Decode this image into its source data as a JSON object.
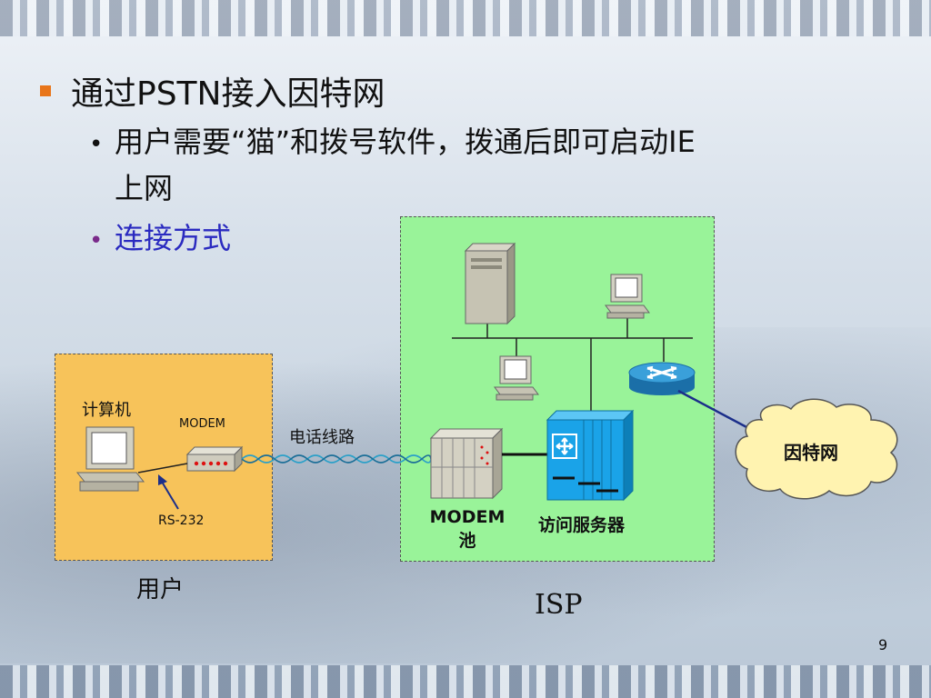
{
  "slide": {
    "bullet1": "通过PSTN接入因特网",
    "sub1_line1": "用户需要“猫”和拨号软件，拨通后即可启动IE",
    "sub1_line2": "上网",
    "sub2": "连接方式",
    "page_number": "9"
  },
  "diagram": {
    "computer_label": "计算机",
    "modem_label": "MODEM",
    "rs232_label": "RS-232",
    "phone_line_label": "电话线路",
    "modem_pool_line1": "MODEM",
    "modem_pool_line2": "池",
    "access_server_label": "访问服务器",
    "internet_label": "因特网",
    "user_label": "用户",
    "isp_label": "ISP"
  },
  "colors": {
    "user_box": "#f7c35a",
    "isp_box": "#99f399",
    "bullet_square": "#e8751a",
    "link_text": "#2a2ac0",
    "cloud": "#fff3b0",
    "access_server": "#1aa3e8"
  }
}
